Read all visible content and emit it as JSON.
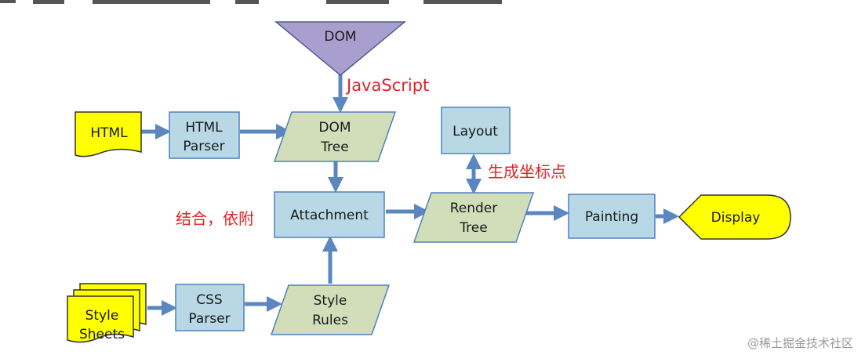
{
  "colors": {
    "box_fill": "#b8d8e6",
    "box_stroke": "#4f81bd",
    "para_fill": "#d2ddb9",
    "para_stroke": "#4f81bd",
    "doc_fill": "#ffff00",
    "dom_fill": "#a99fcf",
    "arrow": "#5b86c0",
    "annotation": "#e02424"
  },
  "nodes": {
    "dom": "DOM",
    "html_file": "HTML",
    "html_parser": [
      "HTML",
      "Parser"
    ],
    "dom_tree": [
      "DOM",
      "Tree"
    ],
    "layout": "Layout",
    "attachment": "Attachment",
    "render_tree": [
      "Render",
      "Tree"
    ],
    "painting": "Painting",
    "display": "Display",
    "style_sheets": [
      "Style",
      "Sheets"
    ],
    "css_parser": [
      "CSS",
      "Parser"
    ],
    "style_rules": [
      "Style",
      "Rules"
    ]
  },
  "annotations": {
    "javascript": "JavaScript",
    "coordinates": "生成坐标点",
    "combine": "结合，依附"
  },
  "watermark": "@稀土掘金技术社区"
}
